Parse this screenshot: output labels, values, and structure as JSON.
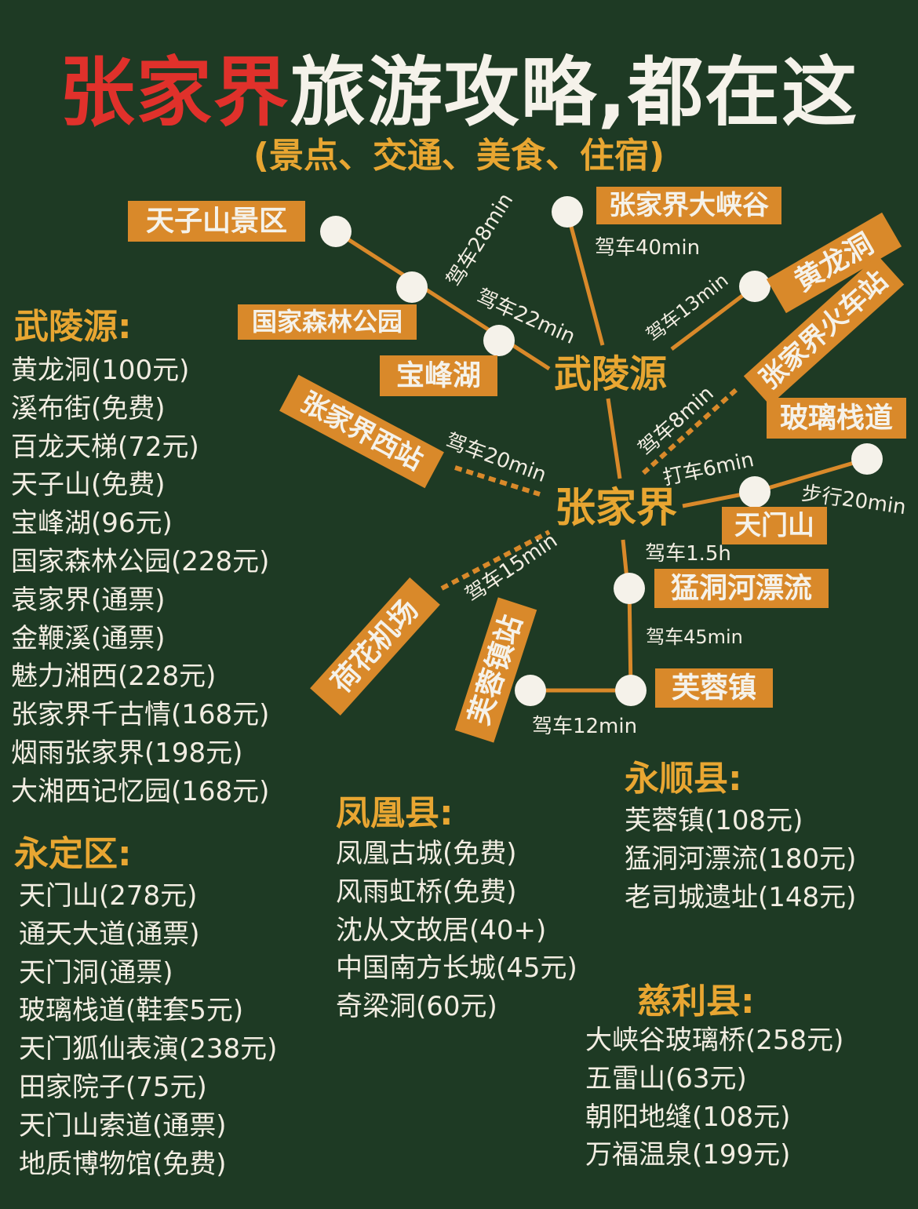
{
  "header": {
    "title_red": "张家界",
    "title_white": "旅游攻略,都在这",
    "subtitle": "(景点、交通、美食、住宿)"
  },
  "colors": {
    "background": "#1e3a24",
    "accent_orange": "#d9892a",
    "heading_orange": "#e8a632",
    "title_red": "#e0312b",
    "text": "#f2ede2"
  },
  "map": {
    "hubs": {
      "wulingyuan": "武陵源",
      "zhangjiajie": "张家界"
    },
    "labels": {
      "tianzishan": "天子山景区",
      "guojia": "国家森林公园",
      "baofenghu": "宝峰湖",
      "daxiagu": "张家界大峡谷",
      "huanglong": "黄龙洞",
      "huochezhan": "张家界火车站",
      "xizhan": "张家界西站",
      "boli": "玻璃栈道",
      "tianmen": "天门山",
      "menghe": "猛洞河漂流",
      "hehua": "荷花机场",
      "furongzhan": "芙蓉镇站",
      "furongzhen": "芙蓉镇"
    },
    "routes": {
      "r28": "驾车28min",
      "r22": "驾车22min",
      "r40": "驾车40min",
      "r13": "驾车13min",
      "r8": "驾车8min",
      "r20": "驾车20min",
      "r6": "打车6min",
      "walk20": "步行20min",
      "r15h": "驾车1.5h",
      "r15": "驾车15min",
      "r45": "驾车45min",
      "r12": "驾车12min"
    }
  },
  "sections": {
    "wulingyuan": {
      "heading": "武陵源:",
      "items": [
        "黄龙洞(100元)",
        "溪布街(免费)",
        "百龙天梯(72元)",
        "天子山(免费)",
        "宝峰湖(96元)",
        "国家森林公园(228元)",
        "袁家界(通票)",
        "金鞭溪(通票)",
        "魅力湘西(228元)",
        "张家界千古情(168元)",
        "烟雨张家界(198元)",
        "大湘西记忆园(168元)"
      ]
    },
    "yongding": {
      "heading": "永定区:",
      "items": [
        "天门山(278元)",
        "通天大道(通票)",
        "天门洞(通票)",
        "玻璃栈道(鞋套5元)",
        "天门狐仙表演(238元)",
        "田家院子(75元)",
        "天门山索道(通票)",
        "地质博物馆(免费)"
      ]
    },
    "fenghuang": {
      "heading": "凤凰县:",
      "items": [
        "凤凰古城(免费)",
        "风雨虹桥(免费)",
        "沈从文故居(40+)",
        "中国南方长城(45元)",
        "奇梁洞(60元)"
      ]
    },
    "yongshun": {
      "heading": "永顺县:",
      "items": [
        "芙蓉镇(108元)",
        "猛洞河漂流(180元)",
        "老司城遗址(148元)"
      ]
    },
    "cili": {
      "heading": "慈利县:",
      "items": [
        "大峡谷玻璃桥(258元)",
        "五雷山(63元)",
        "朝阳地缝(108元)",
        "万福温泉(199元)"
      ]
    }
  }
}
